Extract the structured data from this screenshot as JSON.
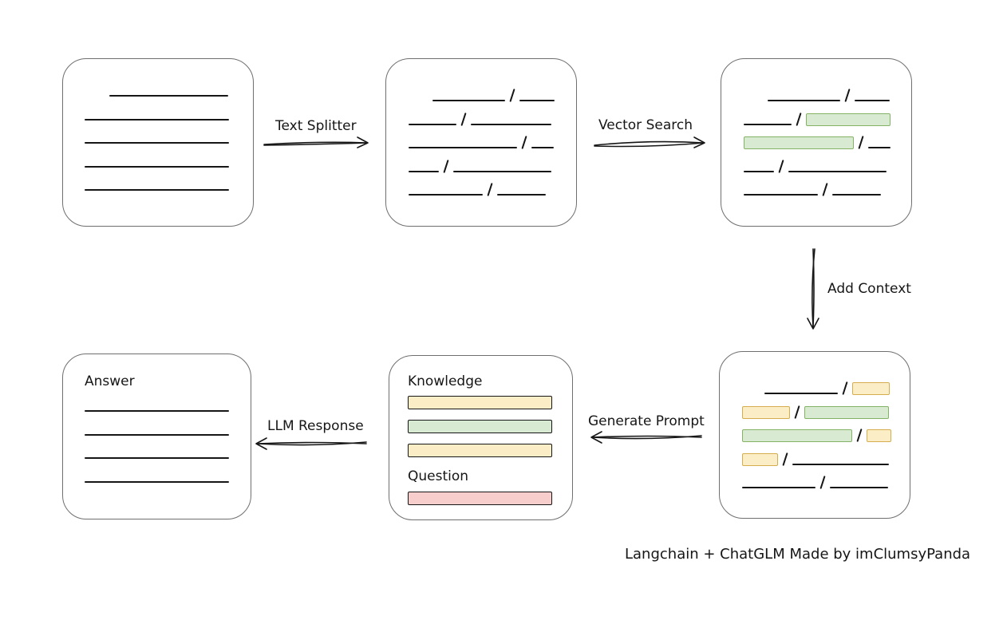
{
  "caption": "Langchain + ChatGLM Made by imClumsyPanda",
  "colors": {
    "ink": "#161616",
    "box-border": "#6f6f6f",
    "green-fill": "#d9ead3",
    "green-border": "#84b366",
    "yellow-fill": "#fbeec6",
    "yellow-border": "#d6ad4e",
    "red-fill": "#f8cecc",
    "red-border": "#b85450"
  },
  "arrows": {
    "text_splitter": {
      "label": "Text Splitter",
      "direction": "right"
    },
    "vector_search": {
      "label": "Vector Search",
      "direction": "right"
    },
    "add_context": {
      "label": "Add Context",
      "direction": "down"
    },
    "generate_prompt": {
      "label": "Generate Prompt",
      "direction": "left"
    },
    "llm_response": {
      "label": "LLM Response",
      "direction": "left"
    }
  },
  "boxes": {
    "document": {
      "rows": [
        [
          {
            "t": "space",
            "w": 31
          },
          {
            "t": "line",
            "w": 149
          }
        ],
        [
          {
            "t": "line",
            "w": 181
          }
        ],
        [
          {
            "t": "line",
            "w": 181
          }
        ],
        [
          {
            "t": "line",
            "w": 181
          }
        ],
        [
          {
            "t": "line",
            "w": 181
          }
        ]
      ]
    },
    "chunks": {
      "rows": [
        [
          {
            "t": "space",
            "w": 30
          },
          {
            "t": "line",
            "w": 91
          },
          {
            "t": "slash"
          },
          {
            "t": "line",
            "w": 44
          }
        ],
        [
          {
            "t": "line",
            "w": 60
          },
          {
            "t": "slash"
          },
          {
            "t": "line",
            "w": 101
          }
        ],
        [
          {
            "t": "line",
            "w": 136
          },
          {
            "t": "slash"
          },
          {
            "t": "line",
            "w": 28
          }
        ],
        [
          {
            "t": "line",
            "w": 38
          },
          {
            "t": "slash"
          },
          {
            "t": "line",
            "w": 123
          }
        ],
        [
          {
            "t": "line",
            "w": 93
          },
          {
            "t": "slash"
          },
          {
            "t": "line",
            "w": 61
          }
        ]
      ]
    },
    "matched_chunks": {
      "rows": [
        [
          {
            "t": "space",
            "w": 30
          },
          {
            "t": "line",
            "w": 91
          },
          {
            "t": "slash"
          },
          {
            "t": "line",
            "w": 44
          }
        ],
        [
          {
            "t": "line",
            "w": 60
          },
          {
            "t": "slash"
          },
          {
            "t": "bar",
            "c": "green",
            "w": 106
          }
        ],
        [
          {
            "t": "bar",
            "c": "green",
            "w": 138
          },
          {
            "t": "slash"
          },
          {
            "t": "line",
            "w": 28
          }
        ],
        [
          {
            "t": "line",
            "w": 38
          },
          {
            "t": "slash"
          },
          {
            "t": "line",
            "w": 123
          }
        ],
        [
          {
            "t": "line",
            "w": 93
          },
          {
            "t": "slash"
          },
          {
            "t": "line",
            "w": 61
          }
        ]
      ]
    },
    "context_chunks": {
      "rows": [
        [
          {
            "t": "space",
            "w": 28
          },
          {
            "t": "line",
            "w": 92
          },
          {
            "t": "slash"
          },
          {
            "t": "bar",
            "c": "yellow",
            "w": 47
          }
        ],
        [
          {
            "t": "bar",
            "c": "yellow",
            "w": 60
          },
          {
            "t": "slash"
          },
          {
            "t": "bar",
            "c": "green",
            "w": 106
          }
        ],
        [
          {
            "t": "bar",
            "c": "green",
            "w": 138
          },
          {
            "t": "slash"
          },
          {
            "t": "bar",
            "c": "yellow",
            "w": 31
          }
        ],
        [
          {
            "t": "bar",
            "c": "yellow",
            "w": 45
          },
          {
            "t": "slash"
          },
          {
            "t": "line",
            "w": 121
          }
        ],
        [
          {
            "t": "line",
            "w": 92
          },
          {
            "t": "slash"
          },
          {
            "t": "line",
            "w": 73
          }
        ]
      ]
    },
    "prompt": {
      "knowledge_label": "Knowledge",
      "question_label": "Question",
      "knowledge_bars": [
        "yellow",
        "green",
        "yellow"
      ],
      "question_bars": [
        "red"
      ]
    },
    "answer": {
      "label": "Answer",
      "rows": [
        [
          {
            "t": "line",
            "w": 181
          }
        ],
        [
          {
            "t": "line",
            "w": 181
          }
        ],
        [
          {
            "t": "line",
            "w": 181
          }
        ],
        [
          {
            "t": "line",
            "w": 181
          }
        ]
      ]
    }
  }
}
